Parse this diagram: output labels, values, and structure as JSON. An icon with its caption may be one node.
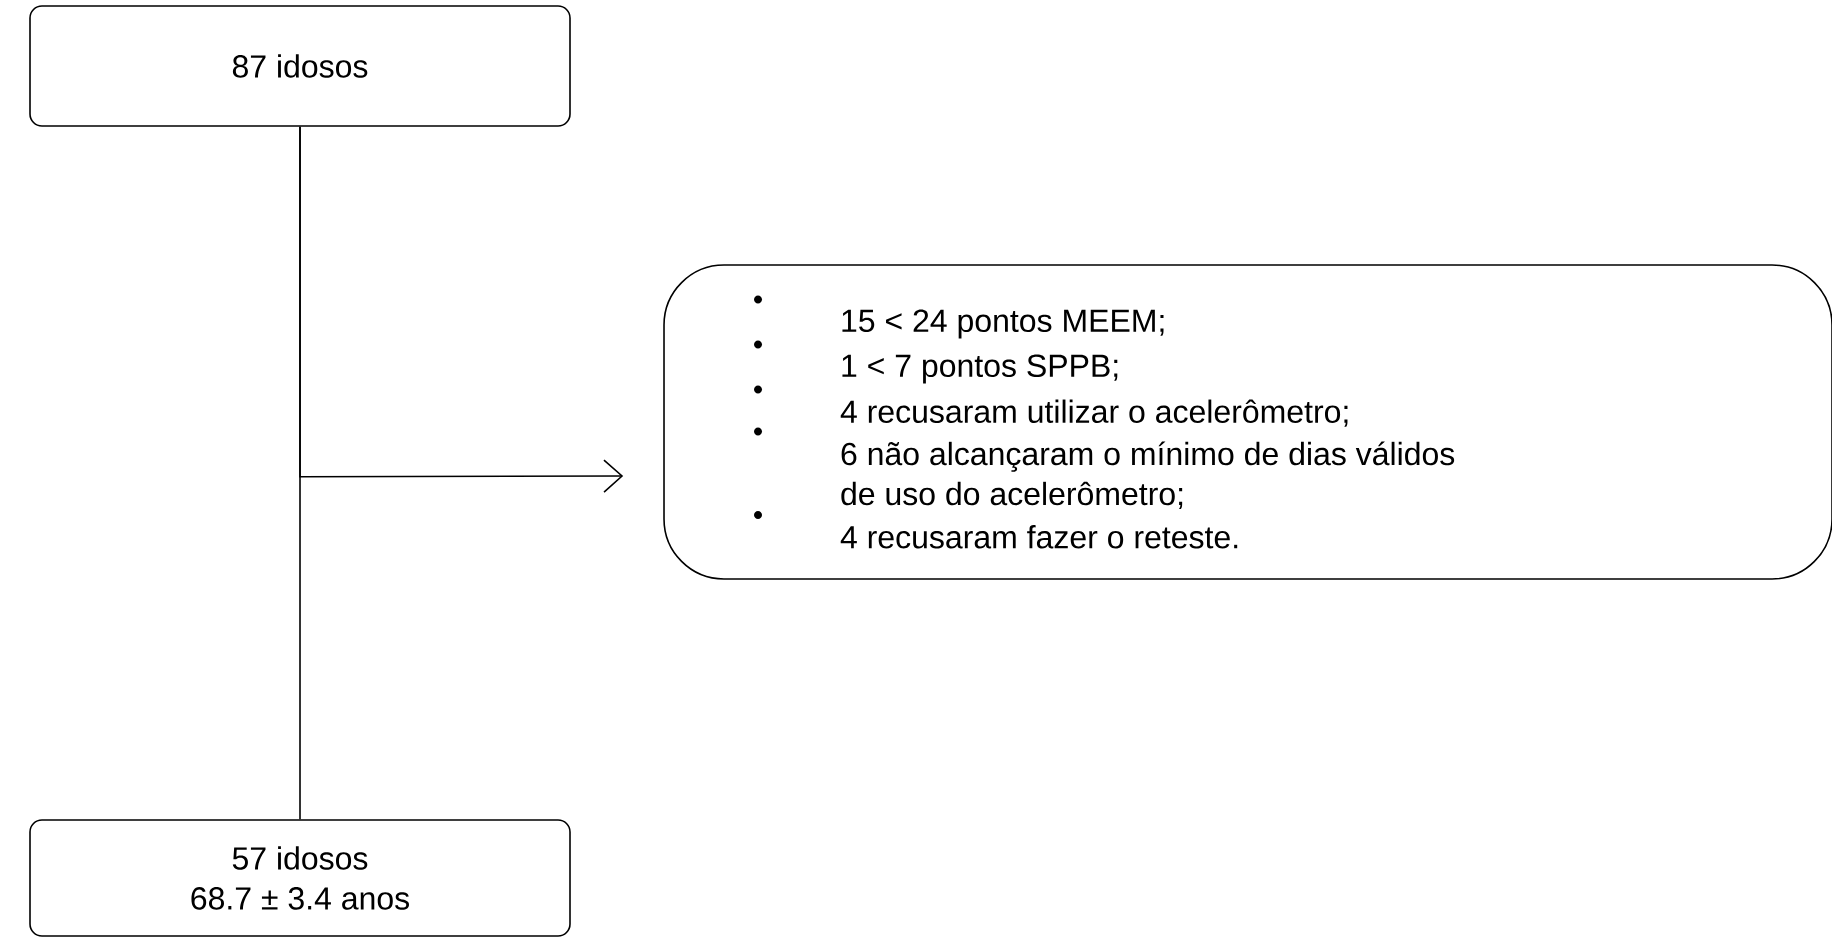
{
  "diagram": {
    "nodes": [
      {
        "text": [
          "87 idosos"
        ]
      },
      {
        "text": [
          "15 < 24 pontos MEEM;",
          "1 < 7 pontos SPPB;",
          "4 recusaram utilizar o acelerômetro;",
          "6 não alcançaram o mínimo de dias válidos de uso do acelerômetro;",
          "4 recusaram fazer o reteste."
        ]
      },
      {
        "text": [
          "57 idosos",
          "68.7 ± 3.4 anos"
        ]
      }
    ],
    "edges": [
      {
        "from": 0,
        "to": 2,
        "arrow": "none"
      },
      {
        "from": 0,
        "to": 1,
        "arrow": "to"
      }
    ]
  }
}
